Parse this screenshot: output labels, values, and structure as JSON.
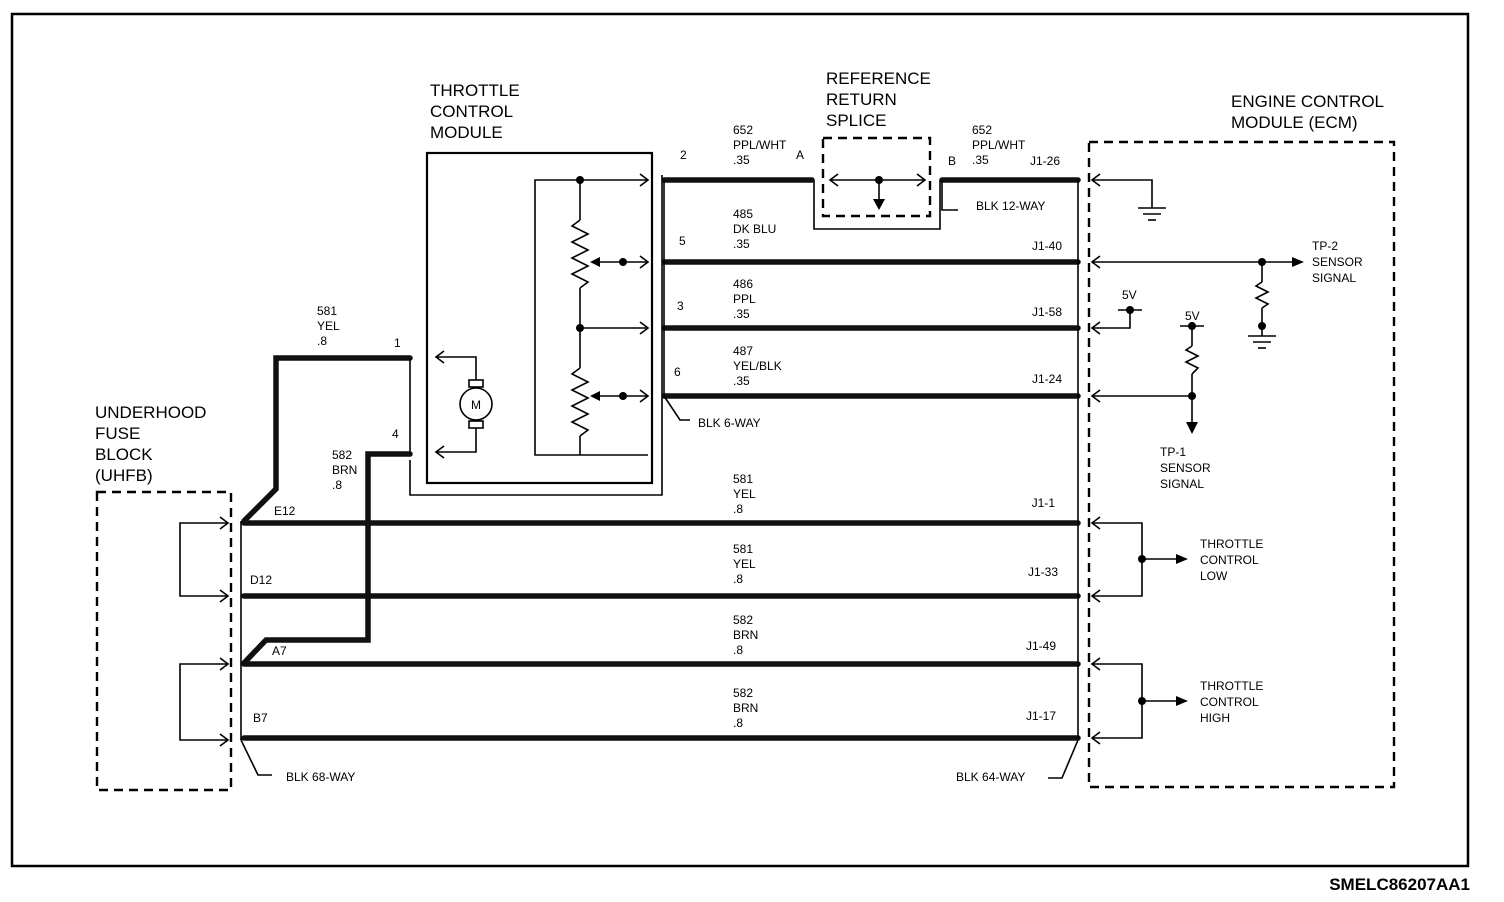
{
  "modules": {
    "throttle_control_module": [
      "THROTTLE",
      "CONTROL",
      "MODULE"
    ],
    "reference_return_splice": [
      "REFERENCE",
      "RETURN",
      "SPLICE"
    ],
    "engine_control_module": [
      "ENGINE CONTROL",
      "MODULE (ECM)"
    ],
    "underhood_fuse_block": [
      "UNDERHOOD",
      "FUSE",
      "BLOCK",
      "(UHFB)"
    ]
  },
  "tcm_pins": {
    "p2": "2",
    "p5": "5",
    "p3": "3",
    "p6": "6",
    "p1": "1",
    "p4": "4"
  },
  "motor_label": "M",
  "splice_pins": {
    "a": "A",
    "b": "B"
  },
  "wires": {
    "w652_left": [
      "652",
      "PPL/WHT",
      ".35"
    ],
    "w652_right": [
      "652",
      "PPL/WHT",
      ".35"
    ],
    "w485": [
      "485",
      "DK BLU",
      ".35"
    ],
    "w486": [
      "486",
      "PPL",
      ".35"
    ],
    "w487": [
      "487",
      "YEL/BLK",
      ".35"
    ],
    "w581_top": [
      "581",
      "YEL",
      ".8"
    ],
    "w582_top": [
      "582",
      "BRN",
      ".8"
    ],
    "w581_a": [
      "581",
      "YEL",
      ".8"
    ],
    "w581_b": [
      "581",
      "YEL",
      ".8"
    ],
    "w582_a": [
      "582",
      "BRN",
      ".8"
    ],
    "w582_b": [
      "582",
      "BRN",
      ".8"
    ]
  },
  "ecm_pins": {
    "j1_26": "J1-26",
    "j1_40": "J1-40",
    "j1_58": "J1-58",
    "j1_24": "J1-24",
    "j1_1": "J1-1",
    "j1_33": "J1-33",
    "j1_49": "J1-49",
    "j1_17": "J1-17"
  },
  "uhfb_pins": {
    "e12": "E12",
    "d12": "D12",
    "a7": "A7",
    "b7": "B7"
  },
  "connectors": {
    "blk_12_way": "BLK 12-WAY",
    "blk_6_way": "BLK 6-WAY",
    "blk_68_way": "BLK 68-WAY",
    "blk_64_way": "BLK 64-WAY"
  },
  "signals": {
    "tp2": [
      "TP-2",
      "SENSOR",
      "SIGNAL"
    ],
    "tp1": [
      "TP-1",
      "SENSOR",
      "SIGNAL"
    ],
    "tc_low": [
      "THROTTLE",
      "CONTROL",
      "LOW"
    ],
    "tc_high": [
      "THROTTLE",
      "CONTROL",
      "HIGH"
    ],
    "v5_a": "5V",
    "v5_b": "5V"
  },
  "figure_ref": "SMELC86207AA1"
}
